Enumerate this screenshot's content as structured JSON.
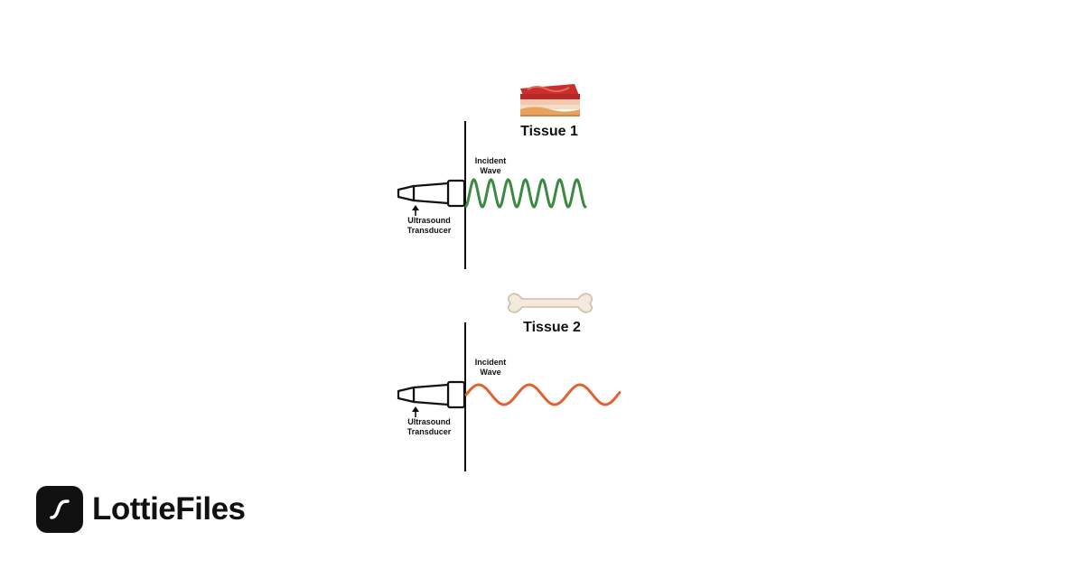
{
  "panels": [
    {
      "title": "Tissue 1",
      "icon": "tissue-layers-icon",
      "wave_label_line1": "Incident",
      "wave_label_line2": "Wave",
      "transducer_line1": "Ultrasound",
      "transducer_line2": "Transducer",
      "wave_color": "#3a8a41"
    },
    {
      "title": "Tissue 2",
      "icon": "bone-icon",
      "wave_label_line1": "Incident",
      "wave_label_line2": "Wave",
      "transducer_line1": "Ultrasound",
      "transducer_line2": "Transducer",
      "wave_color": "#e0622e"
    }
  ],
  "brand": {
    "name": "LottieFiles",
    "icon": "lottiefiles-logo-icon"
  }
}
